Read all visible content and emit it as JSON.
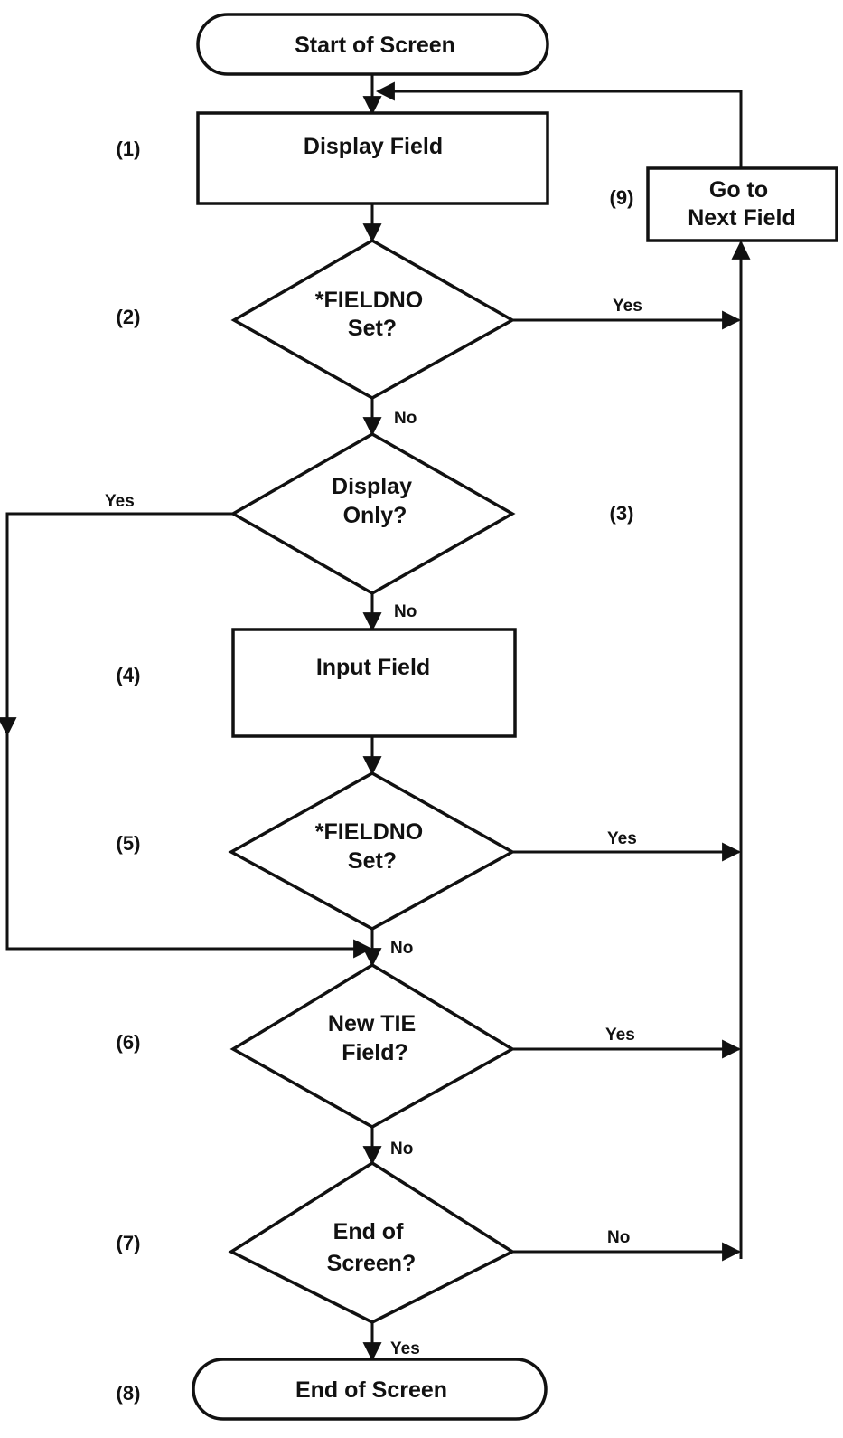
{
  "nodes": {
    "start": {
      "lines": [
        "Start of Screen"
      ]
    },
    "display_field": {
      "lines": [
        "Display Field"
      ]
    },
    "fieldno_set_1": {
      "lines": [
        "*FIELDNO",
        "Set?"
      ]
    },
    "display_only": {
      "lines": [
        "Display",
        "Only?"
      ]
    },
    "input_field": {
      "lines": [
        "Input Field"
      ]
    },
    "fieldno_set_2": {
      "lines": [
        "*FIELDNO",
        "Set?"
      ]
    },
    "new_tie_field": {
      "lines": [
        "New TIE",
        "Field?"
      ]
    },
    "end_of_screen_q": {
      "lines": [
        "End of",
        "Screen?"
      ]
    },
    "end": {
      "lines": [
        "End of Screen"
      ]
    },
    "next_field": {
      "lines": [
        "Go to",
        "Next Field"
      ]
    }
  },
  "steps": {
    "s1": "(1)",
    "s2": "(2)",
    "s3": "(3)",
    "s4": "(4)",
    "s5": "(5)",
    "s6": "(6)",
    "s7": "(7)",
    "s8": "(8)",
    "s9": "(9)"
  },
  "edges": {
    "fieldno1_yes": "Yes",
    "fieldno1_no": "No",
    "display_only_yes": "Yes",
    "display_only_no": "No",
    "fieldno2_yes": "Yes",
    "fieldno2_no": "No",
    "new_tie_yes": "Yes",
    "new_tie_no": "No",
    "end_q_no": "No",
    "end_q_yes": "Yes"
  },
  "colors": {
    "ink": "#111111",
    "background": "#ffffff"
  }
}
